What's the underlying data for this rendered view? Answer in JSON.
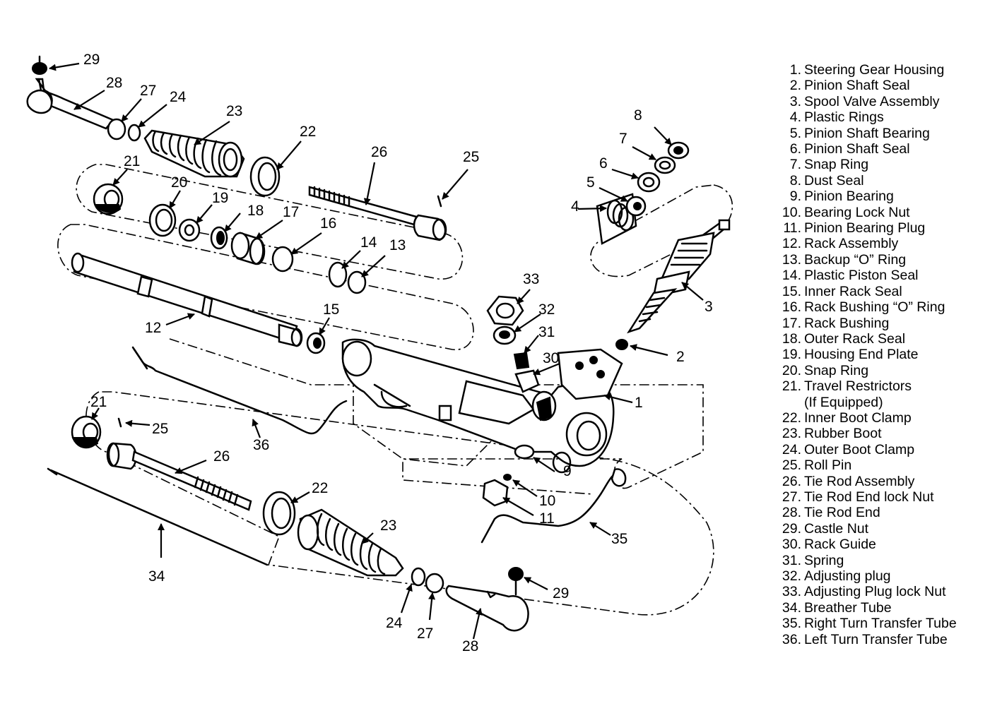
{
  "legend": [
    {
      "number": "1.",
      "text": "Steering Gear Housing"
    },
    {
      "number": "2.",
      "text": "Pinion Shaft Seal"
    },
    {
      "number": "3.",
      "text": "Spool Valve Assembly"
    },
    {
      "number": "4.",
      "text": "Plastic Rings"
    },
    {
      "number": "5.",
      "text": "Pinion Shaft Bearing"
    },
    {
      "number": "6.",
      "text": "Pinion Shaft Seal"
    },
    {
      "number": "7.",
      "text": "Snap Ring"
    },
    {
      "number": "8.",
      "text": "Dust Seal"
    },
    {
      "number": "9.",
      "text": "Pinion Bearing"
    },
    {
      "number": "10.",
      "text": "Bearing Lock Nut"
    },
    {
      "number": "11.",
      "text": "Pinion Bearing Plug"
    },
    {
      "number": "12.",
      "text": "Rack Assembly"
    },
    {
      "number": "13.",
      "text": "Backup “O” Ring"
    },
    {
      "number": "14.",
      "text": "Plastic Piston Seal"
    },
    {
      "number": "15.",
      "text": "Inner Rack Seal"
    },
    {
      "number": "16.",
      "text": "Rack Bushing “O” Ring"
    },
    {
      "number": "17.",
      "text": "Rack Bushing"
    },
    {
      "number": "18.",
      "text": "Outer Rack Seal"
    },
    {
      "number": "19.",
      "text": "Housing End Plate"
    },
    {
      "number": "20.",
      "text": "Snap Ring"
    },
    {
      "number": "21.",
      "text": "Travel Restrictors"
    },
    {
      "number": "",
      "text": "(If Equipped)"
    },
    {
      "number": "22.",
      "text": "Inner Boot Clamp"
    },
    {
      "number": "23.",
      "text": "Rubber Boot"
    },
    {
      "number": "24.",
      "text": "Outer Boot Clamp"
    },
    {
      "number": "25.",
      "text": "Roll Pin"
    },
    {
      "number": "26.",
      "text": "Tie Rod Assembly"
    },
    {
      "number": "27.",
      "text": "Tie Rod End lock Nut"
    },
    {
      "number": "28.",
      "text": "Tie Rod End"
    },
    {
      "number": "29.",
      "text": "Castle Nut"
    },
    {
      "number": "30.",
      "text": "Rack Guide"
    },
    {
      "number": "31.",
      "text": "Spring"
    },
    {
      "number": "32.",
      "text": "Adjusting plug"
    },
    {
      "number": "33.",
      "text": "Adjusting Plug lock Nut"
    },
    {
      "number": "34.",
      "text": "Breather Tube"
    },
    {
      "number": "35.",
      "text": "Right Turn Transfer Tube"
    },
    {
      "number": "36.",
      "text": "Left Turn Transfer Tube"
    }
  ],
  "callouts": {
    "c1": "1",
    "c2": "2",
    "c3": "3",
    "c4": "4",
    "c5": "5",
    "c6": "6",
    "c7": "7",
    "c8": "8",
    "c9": "9",
    "c10": "10",
    "c11": "11",
    "c12": "12",
    "c13": "13",
    "c14": "14",
    "c15": "15",
    "c16": "16",
    "c17": "17",
    "c18": "18",
    "c19": "19",
    "c20": "20",
    "c21_top": "21",
    "c22_top": "22",
    "c23_top": "23",
    "c24_top": "24",
    "c25_top": "25",
    "c26_top": "26",
    "c27_top": "27",
    "c28_top": "28",
    "c29_top": "29",
    "c21_bottom": "21",
    "c22_bottom": "22",
    "c23_bottom": "23",
    "c24_bottom": "24",
    "c25_bottom": "25",
    "c26_bottom": "26",
    "c27_bottom": "27",
    "c28_bottom": "28",
    "c29_bottom": "29",
    "c30": "30",
    "c31": "31",
    "c32": "32",
    "c33": "33",
    "c34": "34",
    "c35": "35",
    "c36": "36"
  }
}
